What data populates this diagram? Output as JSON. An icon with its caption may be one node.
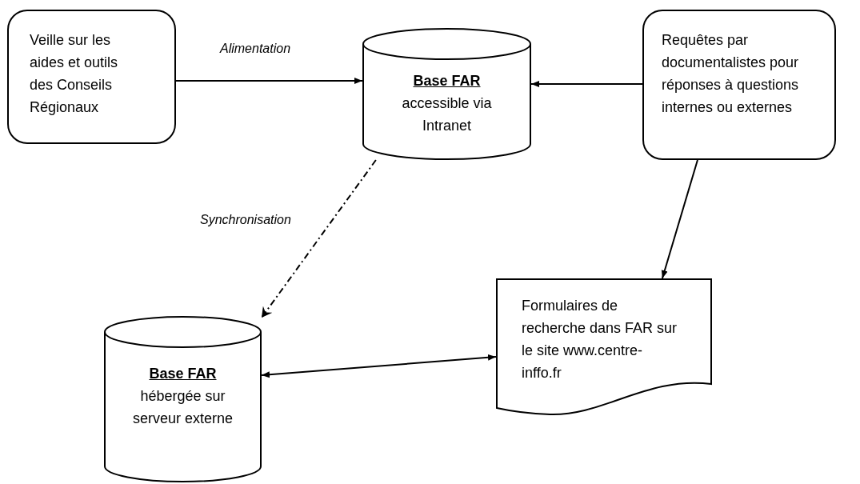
{
  "diagram": {
    "nodes": [
      {
        "text": [
          "Veille sur les aides et outils des Conseils Régionaux"
        ]
      },
      {
        "text": [
          "Base FAR",
          "accessible via Intranet"
        ]
      },
      {
        "text": [
          "Requêtes par documentalistes pour réponses à questions internes ou externes"
        ]
      },
      {
        "text": [
          "Base FAR",
          "hébergée sur serveur externe"
        ]
      },
      {
        "text": [
          "Formulaires de recherche dans FAR sur le site www.centre-inffo.fr"
        ]
      }
    ],
    "edges": [
      {
        "from": 0,
        "to": 1,
        "arrow": "to",
        "label": "Alimentation"
      },
      {
        "from": 2,
        "to": 1,
        "arrow": "to"
      },
      {
        "from": 1,
        "to": 3,
        "arrow": "to",
        "style": "dashed",
        "label": "Synchronisation"
      },
      {
        "from": 2,
        "to": 4,
        "arrow": "to"
      },
      {
        "from": 3,
        "to": 4,
        "arrow": "both"
      }
    ]
  }
}
